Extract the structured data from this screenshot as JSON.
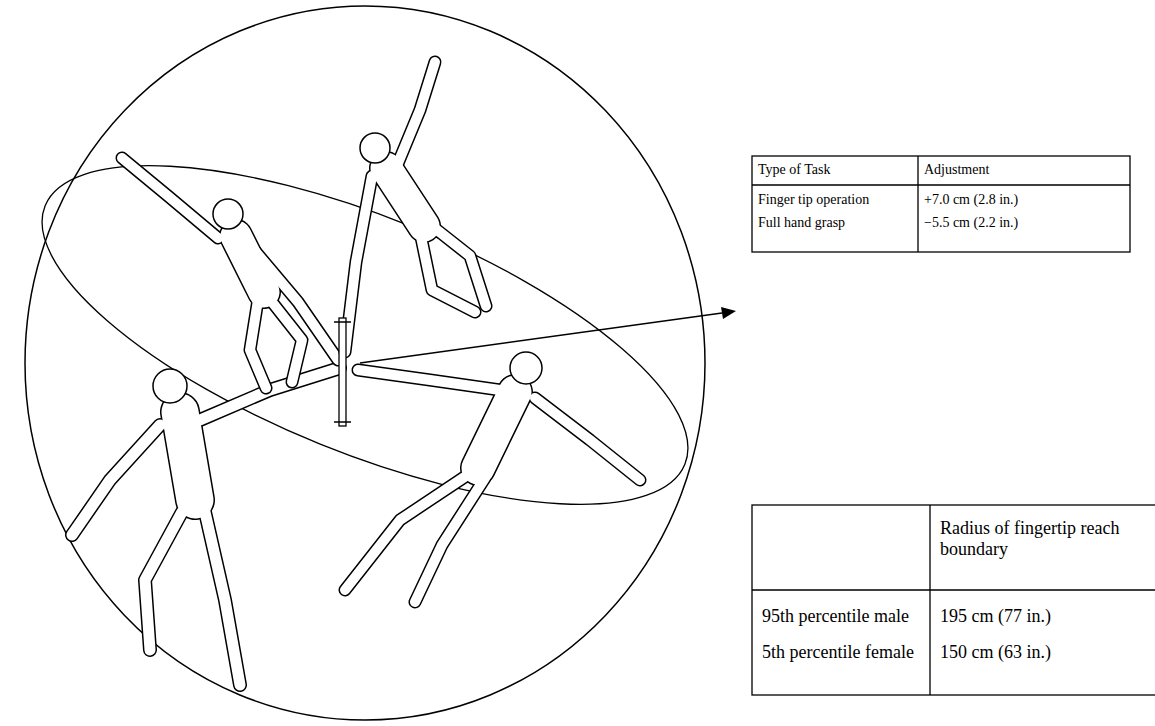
{
  "diagram": {
    "labels": [
      "Type of Task",
      "Adjustment",
      "Finger tip operation",
      "+7.0 cm (2.8 in.)",
      "Full hand grasp",
      "−5.5 cm (2.2 in.)",
      "Radius of fingertip reach boundary",
      "95th percentile male",
      "195 cm (77 in.)",
      "5th percentile female",
      "150 cm (63 in.)"
    ]
  }
}
